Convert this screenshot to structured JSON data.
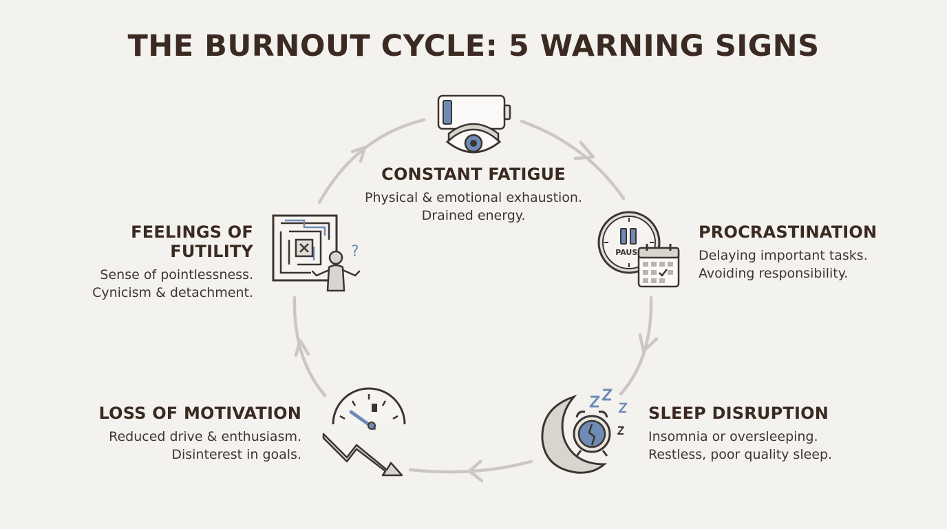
{
  "title": "THE BURNOUT CYCLE: 5 WARNING SIGNS",
  "colors": {
    "background": "#f4f2ee",
    "text": "#3a2a22",
    "arrow": "#c9c6c2",
    "icon_stroke": "#3c3430",
    "icon_fill": "#d8d4ce",
    "accent_blue": "#6e8bb5"
  },
  "signs": [
    {
      "id": "constant-fatigue",
      "heading": "CONSTANT FATIGUE",
      "line1": "Physical & emotional exhaustion.",
      "line2": "Drained energy.",
      "icon": "battery-eye-icon"
    },
    {
      "id": "procrastination",
      "heading": "PROCRASTINATION",
      "line1": "Delaying important tasks.",
      "line2": "Avoiding responsibility.",
      "icon": "pause-clock-calendar-icon",
      "icon_label": "PAUSE"
    },
    {
      "id": "sleep-disruption",
      "heading": "SLEEP DISRUPTION",
      "line1": "Insomnia or oversleeping.",
      "line2": "Restless, poor quality sleep.",
      "icon": "moon-alarm-clock-icon"
    },
    {
      "id": "loss-of-motivation",
      "heading": "LOSS OF MOTIVATION",
      "line1": "Reduced drive & enthusiasm.",
      "line2": "Disinterest in goals.",
      "icon": "fuel-gauge-down-arrow-icon"
    },
    {
      "id": "feelings-of-futility",
      "heading": "FEELINGS OF FUTILITY",
      "line1": "Sense of pointlessness.",
      "line2": "Cynicism & detachment.",
      "icon": "maze-confused-person-icon"
    }
  ]
}
